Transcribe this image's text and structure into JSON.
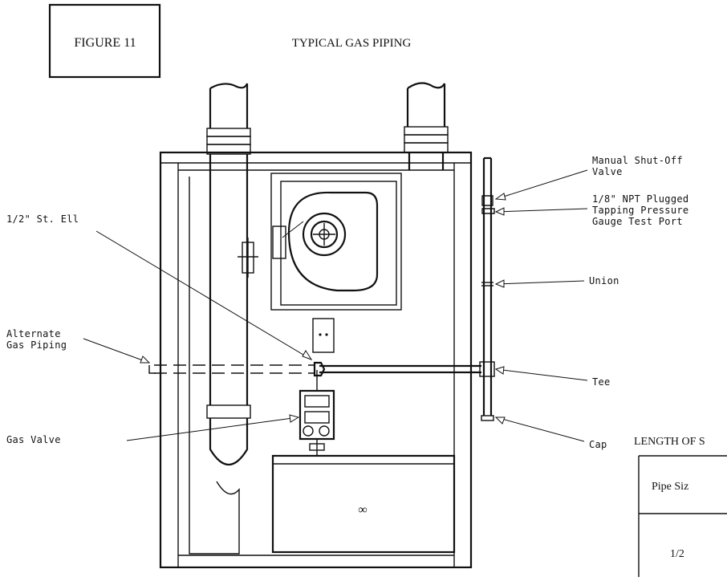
{
  "figure_label": "FIGURE 11",
  "title": "TYPICAL GAS PIPING",
  "labels": {
    "manual_shutoff_1": "Manual Shut-Off",
    "manual_shutoff_2": "Valve",
    "plugged_1": "1/8\" NPT Plugged",
    "plugged_2": "Tapping Pressure",
    "plugged_3": "Gauge Test Port",
    "union": "Union",
    "tee": "Tee",
    "cap": "Cap",
    "st_ell": "1/2\" St. Ell",
    "alternate_1": "Alternate",
    "alternate_2": "Gas Piping",
    "gas_valve": "Gas Valve",
    "burner_symbol": "∞"
  },
  "table": {
    "title": "LENGTH OF S",
    "header": "Pipe Siz",
    "row1": "1/2"
  }
}
